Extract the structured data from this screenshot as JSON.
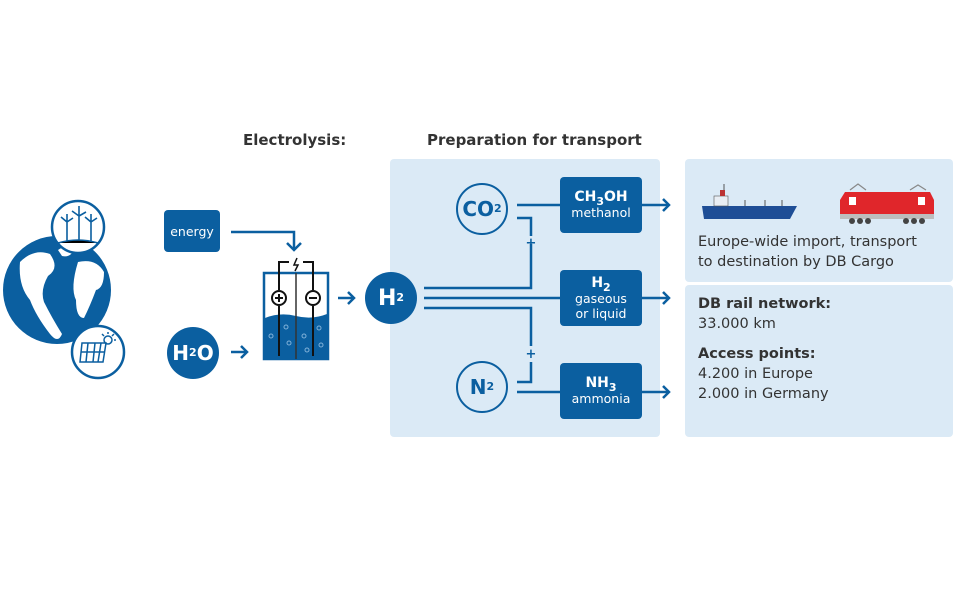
{
  "headings": {
    "electrolysis": "Electrolysis:",
    "preparation": "Preparation for transport"
  },
  "sources": {
    "globe_icon": "globe-icon",
    "wind_icon": "wind-turbine-icon",
    "solar_icon": "solar-panel-icon"
  },
  "inputs": {
    "energy": "energy",
    "water_main": "H",
    "water_sub": "2",
    "water_tail": "O"
  },
  "electrolyser": {
    "icon": "electrolysis-cell-icon",
    "plus": "+",
    "minus": "−",
    "bolt": "lightning-icon"
  },
  "hydrogen": {
    "main": "H",
    "sub": "2"
  },
  "reactants": {
    "co2": {
      "main": "CO",
      "sub": "2"
    },
    "n2": {
      "main": "N",
      "sub": "2"
    },
    "plus_sign": "+"
  },
  "products": [
    {
      "formula_main": "CH",
      "formula_sub": "3",
      "formula_tail": "OH",
      "name": "methanol"
    },
    {
      "formula_main": "H",
      "formula_sub": "2",
      "formula_tail": "",
      "name": "gaseous",
      "name2": "or liquid"
    },
    {
      "formula_main": "NH",
      "formula_sub": "3",
      "formula_tail": "",
      "name": "ammonia"
    }
  ],
  "transport": {
    "ship_icon": "ship-icon",
    "train_icon": "locomotive-icon",
    "description_line1": "Europe-wide import, transport",
    "description_line2": "to destination by DB Cargo"
  },
  "network": {
    "rail_label": "DB rail network:",
    "rail_value": "33.000 km",
    "access_label": "Access points:",
    "access_europe": "4.200 in Europe",
    "access_germany": "2.000 in Germany"
  },
  "colors": {
    "primary": "#0b5fa0",
    "panel": "#dbeaf6",
    "text": "#333333",
    "train_red": "#e0262b",
    "ship_blue": "#1e4e96"
  }
}
